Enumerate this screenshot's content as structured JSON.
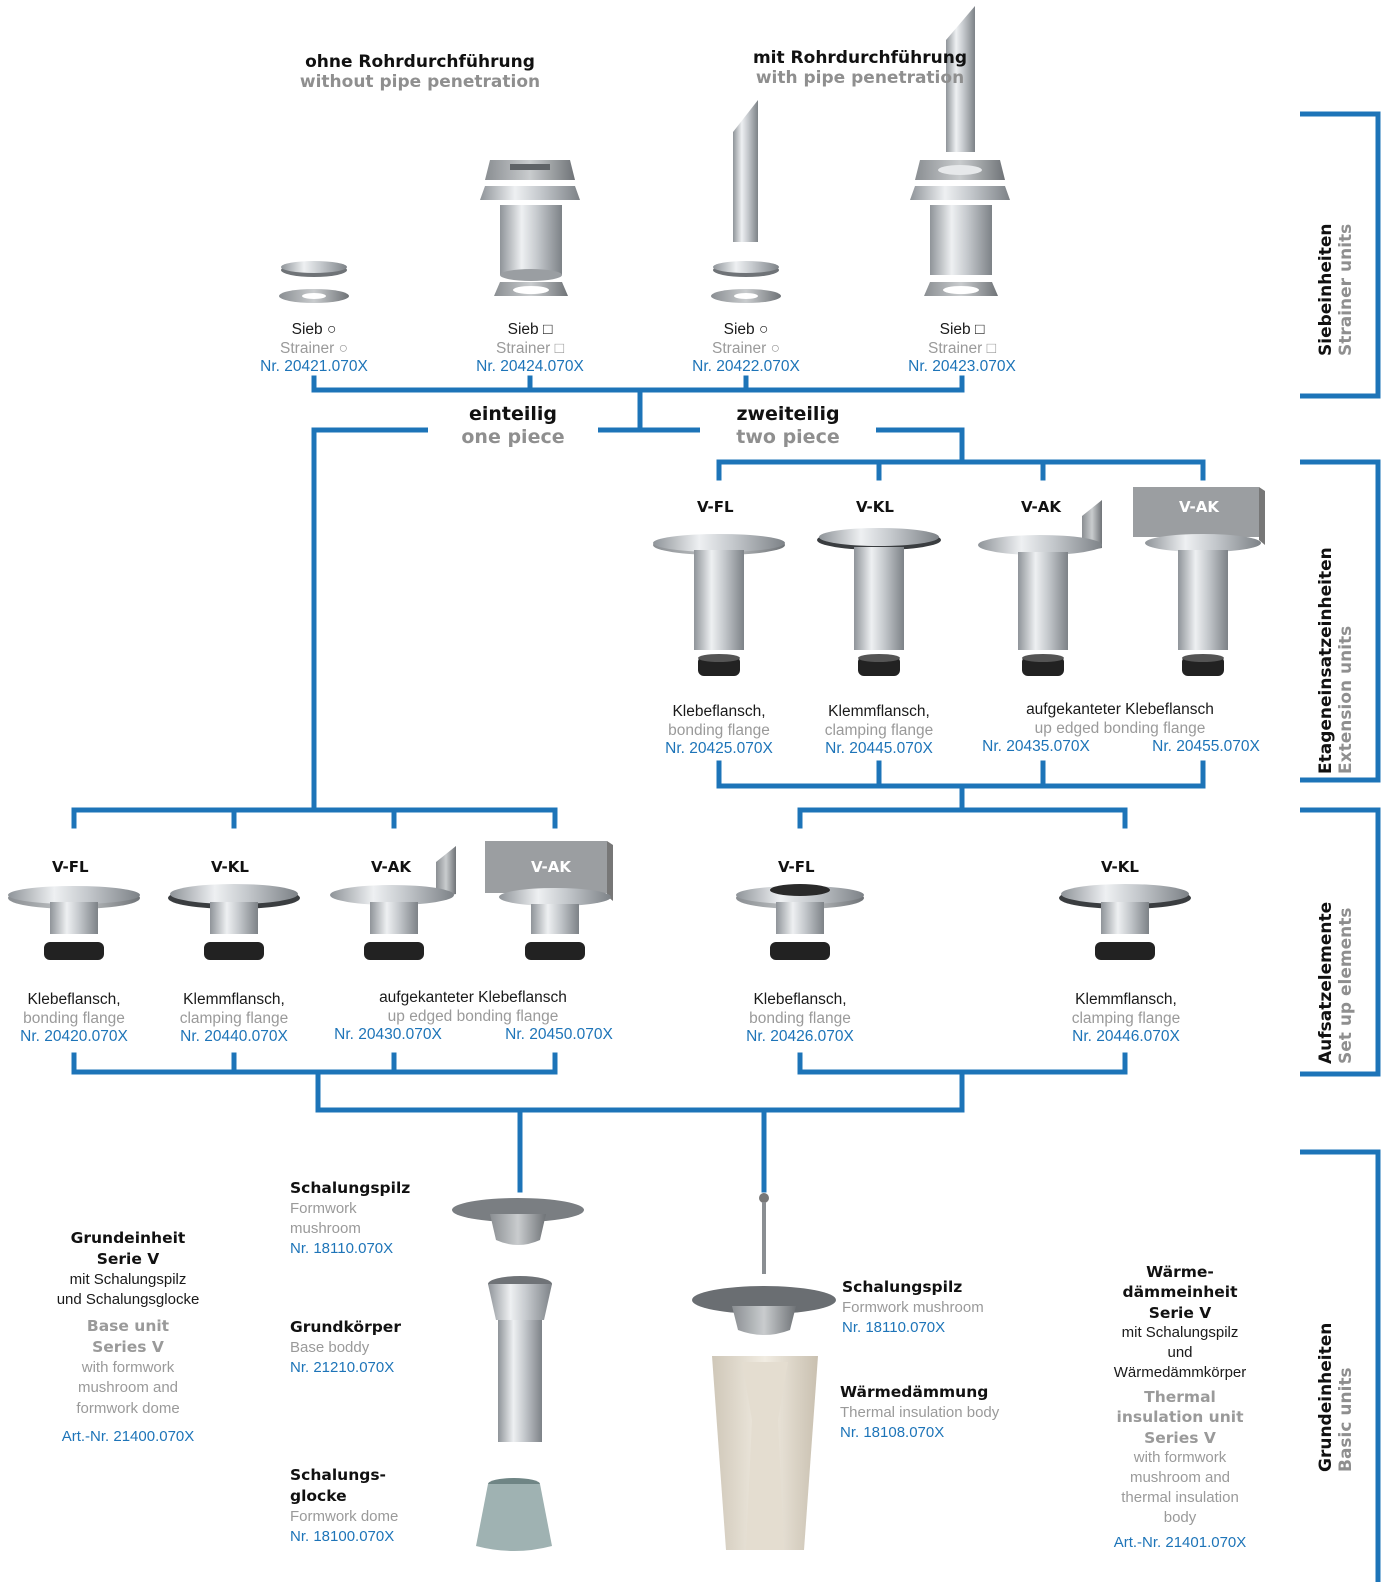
{
  "colors": {
    "line": "#1d74b8",
    "number": "#1d74b8",
    "english": "#9a9a9a"
  },
  "headers": {
    "without_de": "ohne Rohrdurchführung",
    "without_en": "without pipe penetration",
    "with_de": "mit Rohrdurchführung",
    "with_en": "with pipe penetration",
    "one_de": "einteilig",
    "one_en": "one piece",
    "two_de": "zweiteilig",
    "two_en": "two piece"
  },
  "strainers": [
    {
      "de": "Sieb ○",
      "en": "Strainer ○",
      "nr": "Nr. 20421.070X"
    },
    {
      "de": "Sieb □",
      "en": "Strainer □",
      "nr": "Nr. 20424.070X"
    },
    {
      "de": "Sieb ○",
      "en": "Strainer ○",
      "nr": "Nr. 20422.070X"
    },
    {
      "de": "Sieb □",
      "en": "Strainer □",
      "nr": "Nr. 20423.070X"
    }
  ],
  "extension": {
    "tags": [
      "V-FL",
      "V-KL",
      "V-AK",
      "V-AK"
    ],
    "items": [
      {
        "de": "Klebeflansch,",
        "en": "bonding flange",
        "nr": "Nr. 20425.070X"
      },
      {
        "de": "Klemmflansch,",
        "en": "clamping flange",
        "nr": "Nr. 20445.070X"
      }
    ],
    "ak_de": "aufgekanteter Klebeflansch",
    "ak_en": "up edged bonding flange",
    "ak_nr1": "Nr. 20435.070X",
    "ak_nr2": "Nr. 20455.070X"
  },
  "setup": {
    "tags": [
      "V-FL",
      "V-KL",
      "V-AK",
      "V-AK",
      "V-FL",
      "V-KL"
    ],
    "items": [
      {
        "de": "Klebeflansch,",
        "en": "bonding flange",
        "nr": "Nr. 20420.070X"
      },
      {
        "de": "Klemmflansch,",
        "en": "clamping flange",
        "nr": "Nr. 20440.070X"
      },
      {
        "de": "Klebeflansch,",
        "en": "bonding flange",
        "nr": "Nr. 20426.070X"
      },
      {
        "de": "Klemmflansch,",
        "en": "clamping flange",
        "nr": "Nr. 20446.070X"
      }
    ],
    "ak_de": "aufgekanteter Klebeflansch",
    "ak_en": "up edged bonding flange",
    "ak_nr1": "Nr. 20430.070X",
    "ak_nr2": "Nr. 20450.070X"
  },
  "basic": {
    "mushroom1": {
      "de": "Schalungspilz",
      "en1": "Formwork",
      "en2": "mushroom",
      "nr": "Nr. 18110.070X"
    },
    "body": {
      "de": "Grundkörper",
      "en": "Base boddy",
      "nr": "Nr. 21210.070X"
    },
    "dome": {
      "de1": "Schalungs-",
      "de2": "glocke",
      "en": "Formwork dome",
      "nr": "Nr. 18100.070X"
    },
    "mushroom2": {
      "de": "Schalungspilz",
      "en": "Formwork mushroom",
      "nr": "Nr. 18110.070X"
    },
    "insulation": {
      "de": "Wärmedämmung",
      "en": "Thermal insulation body",
      "nr": "Nr. 18108.070X"
    },
    "base_unit": {
      "l1": "Grundeinheit",
      "l2": "Serie V",
      "l3": "mit Schalungspilz",
      "l4": "und Schalungsglocke",
      "e1": "Base unit",
      "e2": "Series V",
      "e3": "with formwork",
      "e4": "mushroom and",
      "e5": "formwork dome",
      "nr": "Art.-Nr. 21400.070X"
    },
    "thermal_unit": {
      "l1": "Wärme-",
      "l2": "dämmeinheit",
      "l3": "Serie V",
      "l4": "mit Schalungspilz",
      "l5": "und",
      "l6": "Wärmedämmkörper",
      "e1": "Thermal",
      "e2": "insulation unit",
      "e3": "Series V",
      "e4": "with formwork",
      "e5": "mushroom and",
      "e6": "thermal insulation",
      "e7": "body",
      "nr": "Art.-Nr. 21401.070X"
    }
  },
  "side": [
    {
      "de": "Siebeinheiten",
      "en": "Strainer units"
    },
    {
      "de": "Etageneinsatzeinheiten",
      "en": "Extension units"
    },
    {
      "de": "Aufsatzelemente",
      "en": "Set up elements"
    },
    {
      "de": "Grundeinheiten",
      "en": "Basic units"
    }
  ]
}
